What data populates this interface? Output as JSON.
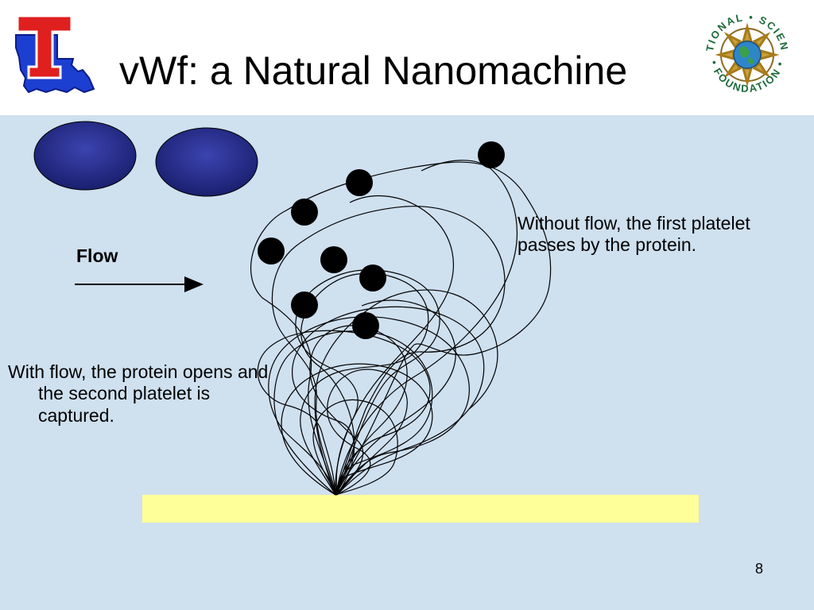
{
  "slide": {
    "title": "vWf: a Natural Nanomachine",
    "page_number": "8"
  },
  "logos": {
    "left": {
      "name": "louisiana-tech-logo",
      "letter": "T"
    },
    "right": {
      "name": "nsf-logo",
      "text": "NATIONAL SCIENCE FOUNDATION"
    }
  },
  "diagram": {
    "flow_label": "Flow",
    "note_without_flow": "Without flow, the first platelet passes by the protein.",
    "note_with_flow": "With flow, the protein opens and the second platelet is captured."
  },
  "colors": {
    "content_background": "#cfe0ef",
    "surface": "#ffff99",
    "platelet_fill": "#2e3592",
    "bead": "#000000",
    "louisiana_blue": "#1d3fd1",
    "louisiana_red": "#e01f1f"
  }
}
